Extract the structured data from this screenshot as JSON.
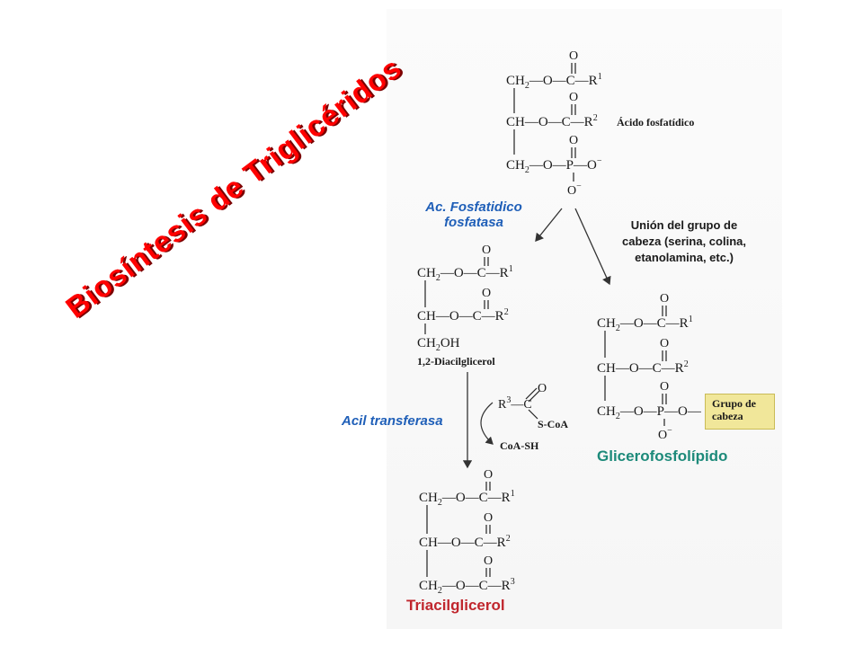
{
  "title": "Biosíntesis de Triglicéridos",
  "enzymes": {
    "phosphatase_line1": "Ac. Fosfatidico",
    "phosphatase_line2": "fosfatasa",
    "acyltransferase": "Acil transferasa"
  },
  "head_group_note": {
    "line1": "Unión del grupo de",
    "line2": "cabeza (serina, colina,",
    "line3": "etanolamina, etc.)"
  },
  "products": {
    "glycerophospholipid": "Glicerofosfolípido",
    "triacylglycerol": "Triacilglicerol"
  },
  "structures": {
    "phosphatidic_acid_name": "Ácido fosfatídico",
    "diacylglycerol_name": "1,2-Diacilglicerol",
    "head_group_box_line1": "Grupo de",
    "head_group_box_line2": "cabeza",
    "acyl_coa_label": "S-CoA",
    "coa_sh_label": "CoA-SH"
  },
  "colors": {
    "title": "#ff0000",
    "enzyme_text": "#1f5fb8",
    "glycerophospholipid": "#1d8a7a",
    "triacylglycerol": "#c0262d",
    "head_group_box": "#f1e79a"
  }
}
